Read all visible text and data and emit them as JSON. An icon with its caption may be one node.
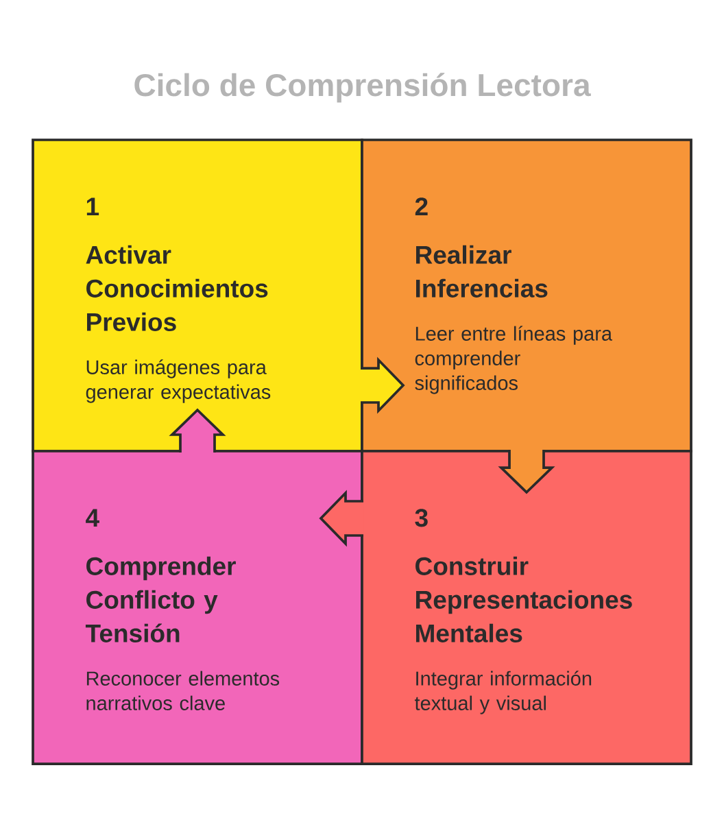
{
  "diagram": {
    "title": "Ciclo de Comprensión Lectora",
    "nodes": [
      {
        "text": [
          "1",
          "Activar Conocimientos Previos",
          "Usar imágenes para generar expectativas"
        ]
      },
      {
        "text": [
          "2",
          "Realizar Inferencias",
          "Leer entre líneas para comprender significados"
        ]
      },
      {
        "text": [
          "4",
          "Comprender Conflicto y Tensión",
          "Reconocer elementos narrativos clave"
        ]
      },
      {
        "text": [
          "3",
          "Construir Representaciones Mentales",
          "Integrar información textual y visual"
        ]
      }
    ],
    "edges": [
      {
        "from": 0,
        "to": 1,
        "arrow": "to"
      },
      {
        "from": 1,
        "to": 3,
        "arrow": "to"
      },
      {
        "from": 3,
        "to": 2,
        "arrow": "to"
      },
      {
        "from": 2,
        "to": 0,
        "arrow": "to"
      }
    ]
  }
}
